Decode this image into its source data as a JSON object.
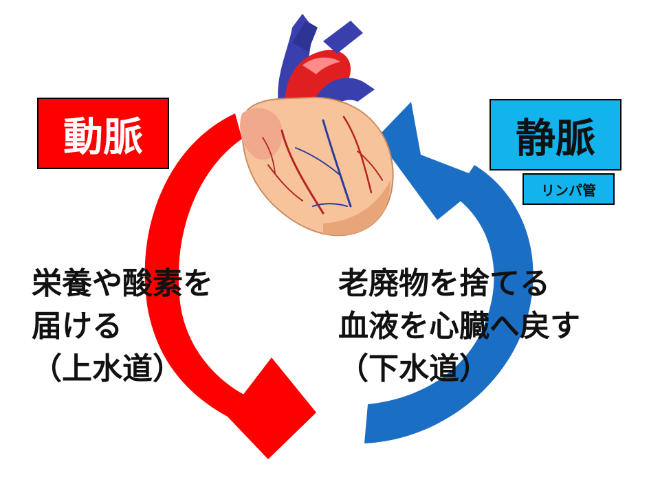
{
  "colors": {
    "artery_red": "#ff0000",
    "vein_blue": "#1a6fc4",
    "artery_box_bg": "#ff0000",
    "vein_box_bg": "#12b4ee",
    "lymph_box_bg": "#12b4ee"
  },
  "artery": {
    "label": "動脈",
    "description_lines": [
      "栄養や酸素を",
      "届ける",
      "（上水道）"
    ]
  },
  "vein": {
    "label": "静脈",
    "sublabel": "リンパ管",
    "description_lines": [
      "老廃物を捨てる",
      "血液を心臓へ戻す",
      "（下水道）"
    ]
  },
  "illustration": {
    "subject": "heart-illustration"
  }
}
